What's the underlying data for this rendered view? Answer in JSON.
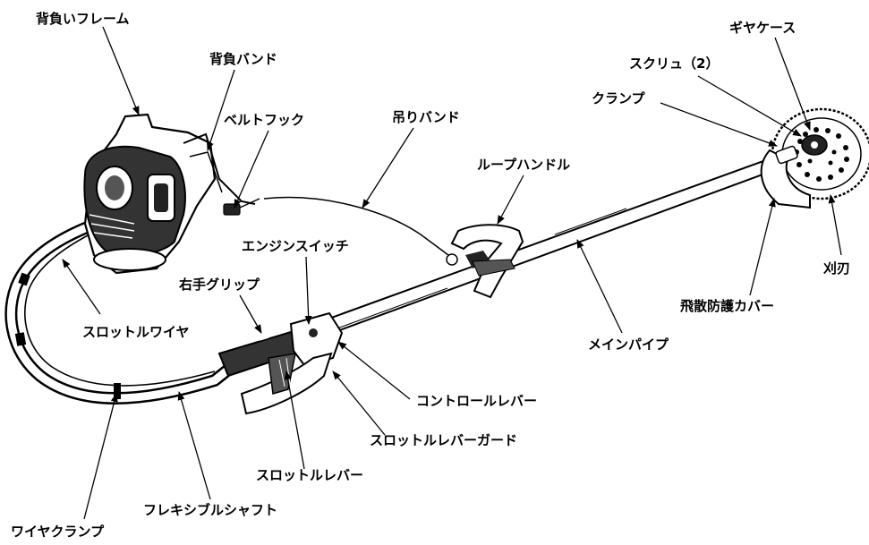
{
  "labels": {
    "backpack_frame": "背負いフレーム",
    "backpack_band": "背負バンド",
    "belt_hook": "ベルトフック",
    "hanging_band": "吊りバンド",
    "loop_handle": "ループハンドル",
    "engine_switch": "エンジンスイッチ",
    "right_grip": "右手グリップ",
    "throttle_wire": "スロットルワイヤ",
    "control_lever": "コントロールレバー",
    "throttle_lever_guard": "スロットルレバーガード",
    "throttle_lever": "スロットルレバー",
    "flexible_shaft": "フレキシブルシャフト",
    "wire_clamp": "ワイヤクランプ",
    "main_pipe": "メインパイプ",
    "gear_case": "ギヤケース",
    "screw": "スクリュ（2）",
    "clamp": "クランプ",
    "blade": "刈刃",
    "scatter_guard": "飛散防護カバー"
  },
  "colors": {
    "line": "#000000",
    "fill": "#ffffff",
    "dark": "#222222",
    "mid": "#555555"
  }
}
